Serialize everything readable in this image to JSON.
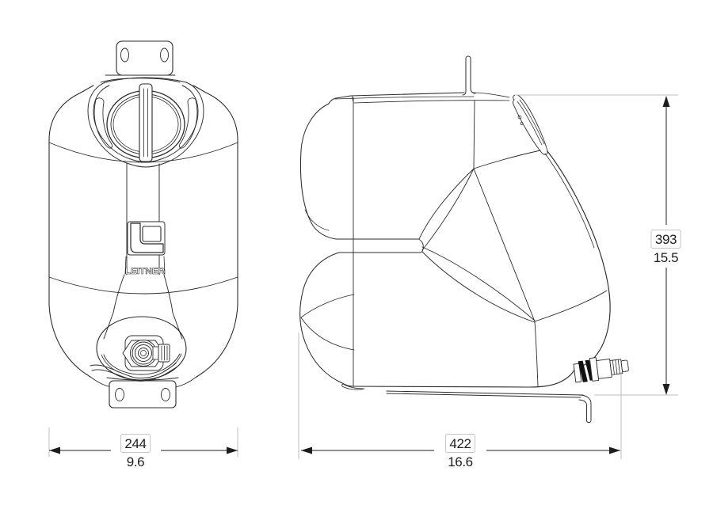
{
  "drawing": {
    "brand_text": "LEITNER",
    "dimensions": {
      "front_width": {
        "mm": "244",
        "inches": "9.6"
      },
      "side_length": {
        "mm": "422",
        "inches": "16.6"
      },
      "side_height": {
        "mm": "393",
        "inches": "15.5"
      }
    },
    "colors": {
      "line": "#2b2b2b",
      "extension_line": "#bdbdbd",
      "label_box_border": "#c6c6c6",
      "background": "#ffffff"
    }
  }
}
